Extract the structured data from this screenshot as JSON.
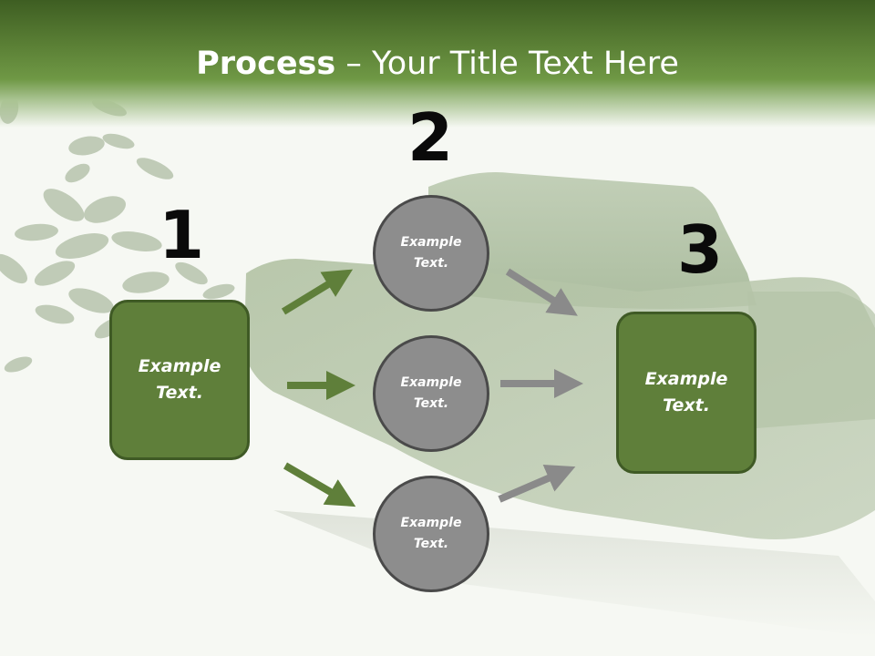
{
  "title": {
    "bold": "Process",
    "rest": " – Your Title Text Here"
  },
  "steps": {
    "n1": "1",
    "n2": "2",
    "n3": "3"
  },
  "boxes": {
    "left": "Example\nText.",
    "right": "Example\nText."
  },
  "circles": {
    "top": "Example\nText.",
    "middle": "Example\nText.",
    "bottom": "Example\nText."
  },
  "colors": {
    "box_fill": "#5f7f3a",
    "box_border": "#3f5a25",
    "circle_fill": "#8d8d8d",
    "circle_border": "#4a4a4a",
    "green_arrow": "#5f7f3a",
    "gray_arrow": "#8a8a8a",
    "header": "#5a7f35"
  }
}
